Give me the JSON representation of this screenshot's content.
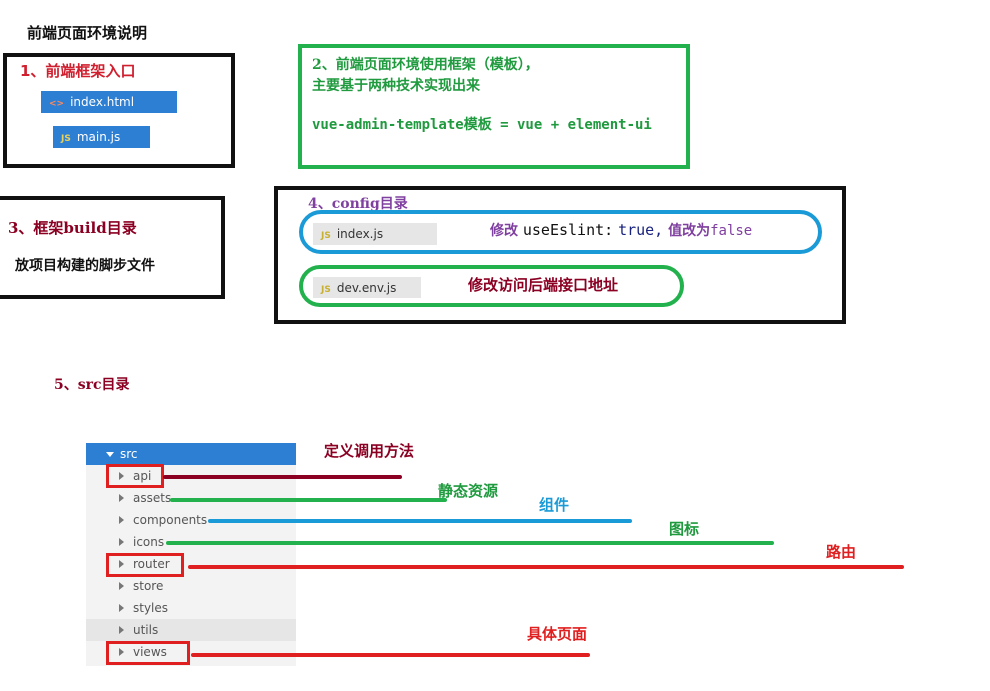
{
  "title": "前端页面环境说明",
  "section1": {
    "label": "1、前端框架入口",
    "files": [
      {
        "icon": "<>",
        "name": "index.html"
      },
      {
        "icon": "JS",
        "name": "main.js"
      }
    ]
  },
  "section2": {
    "line1": "2、前端页面环境使用框架（模板），",
    "line2": "主要基于两种技术实现出来",
    "formula": "vue-admin-template模板 = vue + element-ui"
  },
  "section3": {
    "label": "3、框架build目录",
    "desc": "放项目构建的脚步文件"
  },
  "section4": {
    "label": "4、config目录",
    "file1": {
      "icon": "JS",
      "name": "index.js"
    },
    "note1_prefix": "修改",
    "note1_code": "useEslint:",
    "note1_value": "true,",
    "note1_suffix": "值改为",
    "note1_false": "false",
    "file2": {
      "icon": "JS",
      "name": "dev.env.js"
    },
    "note2": "修改访问后端接口地址"
  },
  "section5": {
    "label": "5、src目录",
    "root": "src",
    "items": [
      "api",
      "assets",
      "components",
      "icons",
      "router",
      "store",
      "styles",
      "utils",
      "views"
    ],
    "annotations": {
      "api": "定义调用方法",
      "assets": "静态资源",
      "components": "组件",
      "icons": "图标",
      "router": "路由",
      "views": "具体页面"
    }
  },
  "colors": {
    "darkred": "#8b0022",
    "green": "#1fa84a",
    "blue": "#1a9ad6",
    "red": "#e02020",
    "purple": "#8040a0",
    "tree_selected": "#2d7fd3"
  }
}
